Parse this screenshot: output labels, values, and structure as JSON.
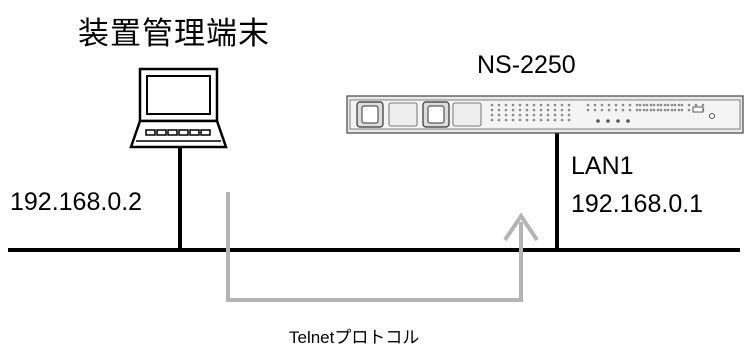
{
  "labels": {
    "terminal_title": "装置管理端末",
    "device_name": "NS-2250",
    "pc_ip": "192.168.0.2",
    "lan_port": "LAN1",
    "lan_ip": "192.168.0.1",
    "protocol": "Telnetプロトコル"
  },
  "colors": {
    "line": "#000000",
    "arrow": "#b4b4b4",
    "device_panel": "#f2f2f2"
  },
  "icons": {
    "terminal": "laptop-icon",
    "device": "rack-server-icon"
  }
}
